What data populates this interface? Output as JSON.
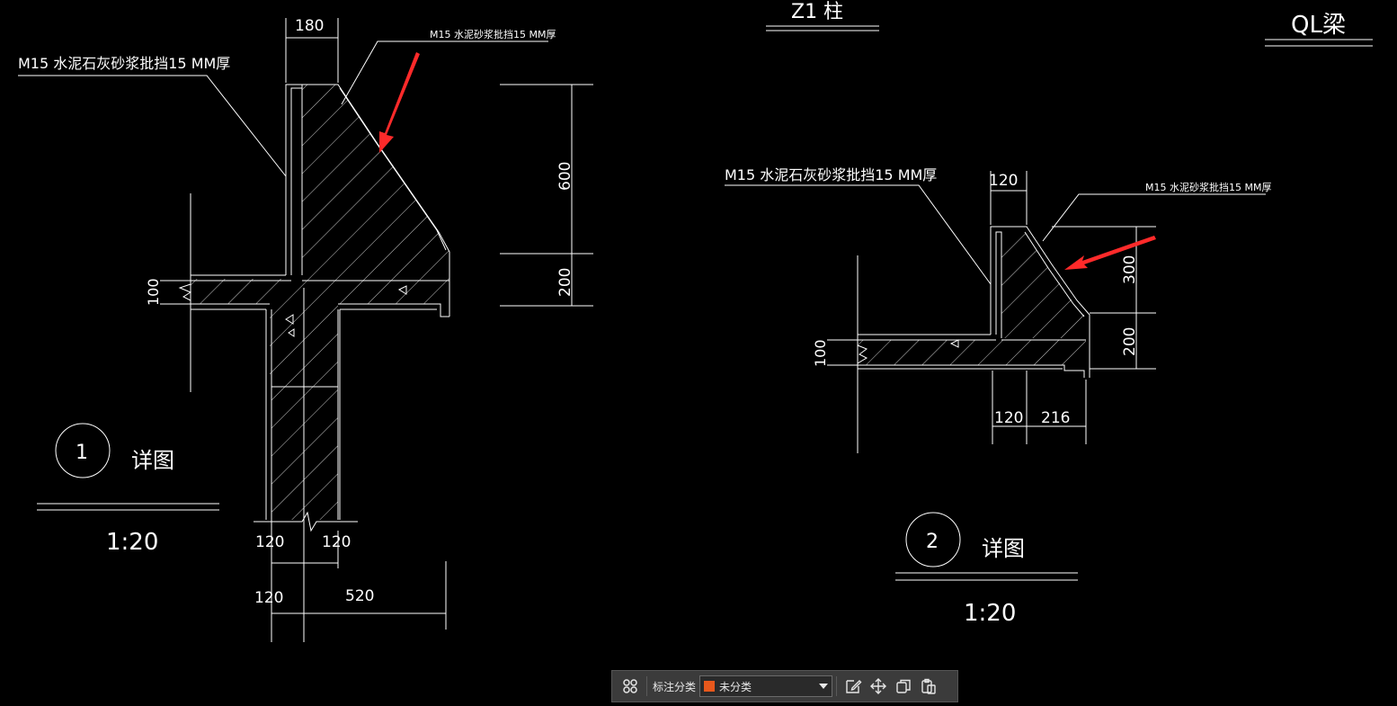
{
  "drawing": {
    "top_title_1": "Z1 柱",
    "top_title_2": "QL梁",
    "detail1": {
      "note_left": "M15 水泥石灰砂浆批挡15 MM厚",
      "note_right": "M15 水泥砂浆批挡15 MM厚",
      "dim_top": "180",
      "dim_right_upper": "600",
      "dim_right_lower": "200",
      "dim_slab": "100",
      "dim_bottom_1a": "120",
      "dim_bottom_1b": "120",
      "dim_bottom_2a": "120",
      "dim_bottom_2b": "520",
      "bubble": "1",
      "label": "详图",
      "scale": "1:20"
    },
    "detail2": {
      "note_left": "M15 水泥石灰砂浆批挡15 MM厚",
      "note_right": "M15 水泥砂浆批挡15 MM厚",
      "dim_top": "120",
      "dim_right_upper": "300",
      "dim_right_lower": "200",
      "dim_slab": "100",
      "dim_bottom_a": "120",
      "dim_bottom_b": "216",
      "bubble": "2",
      "label": "详图",
      "scale": "1:20"
    },
    "colors": {
      "background": "#000000",
      "line": "#ffffff",
      "arrow": "#ff2a2a"
    }
  },
  "toolbar": {
    "icons": [
      "grid-icon",
      "edit-icon",
      "move-icon",
      "copy-icon",
      "paste-icon"
    ],
    "label": "标注分类",
    "select_value": "未分类",
    "select_swatch": "#e8581c"
  }
}
